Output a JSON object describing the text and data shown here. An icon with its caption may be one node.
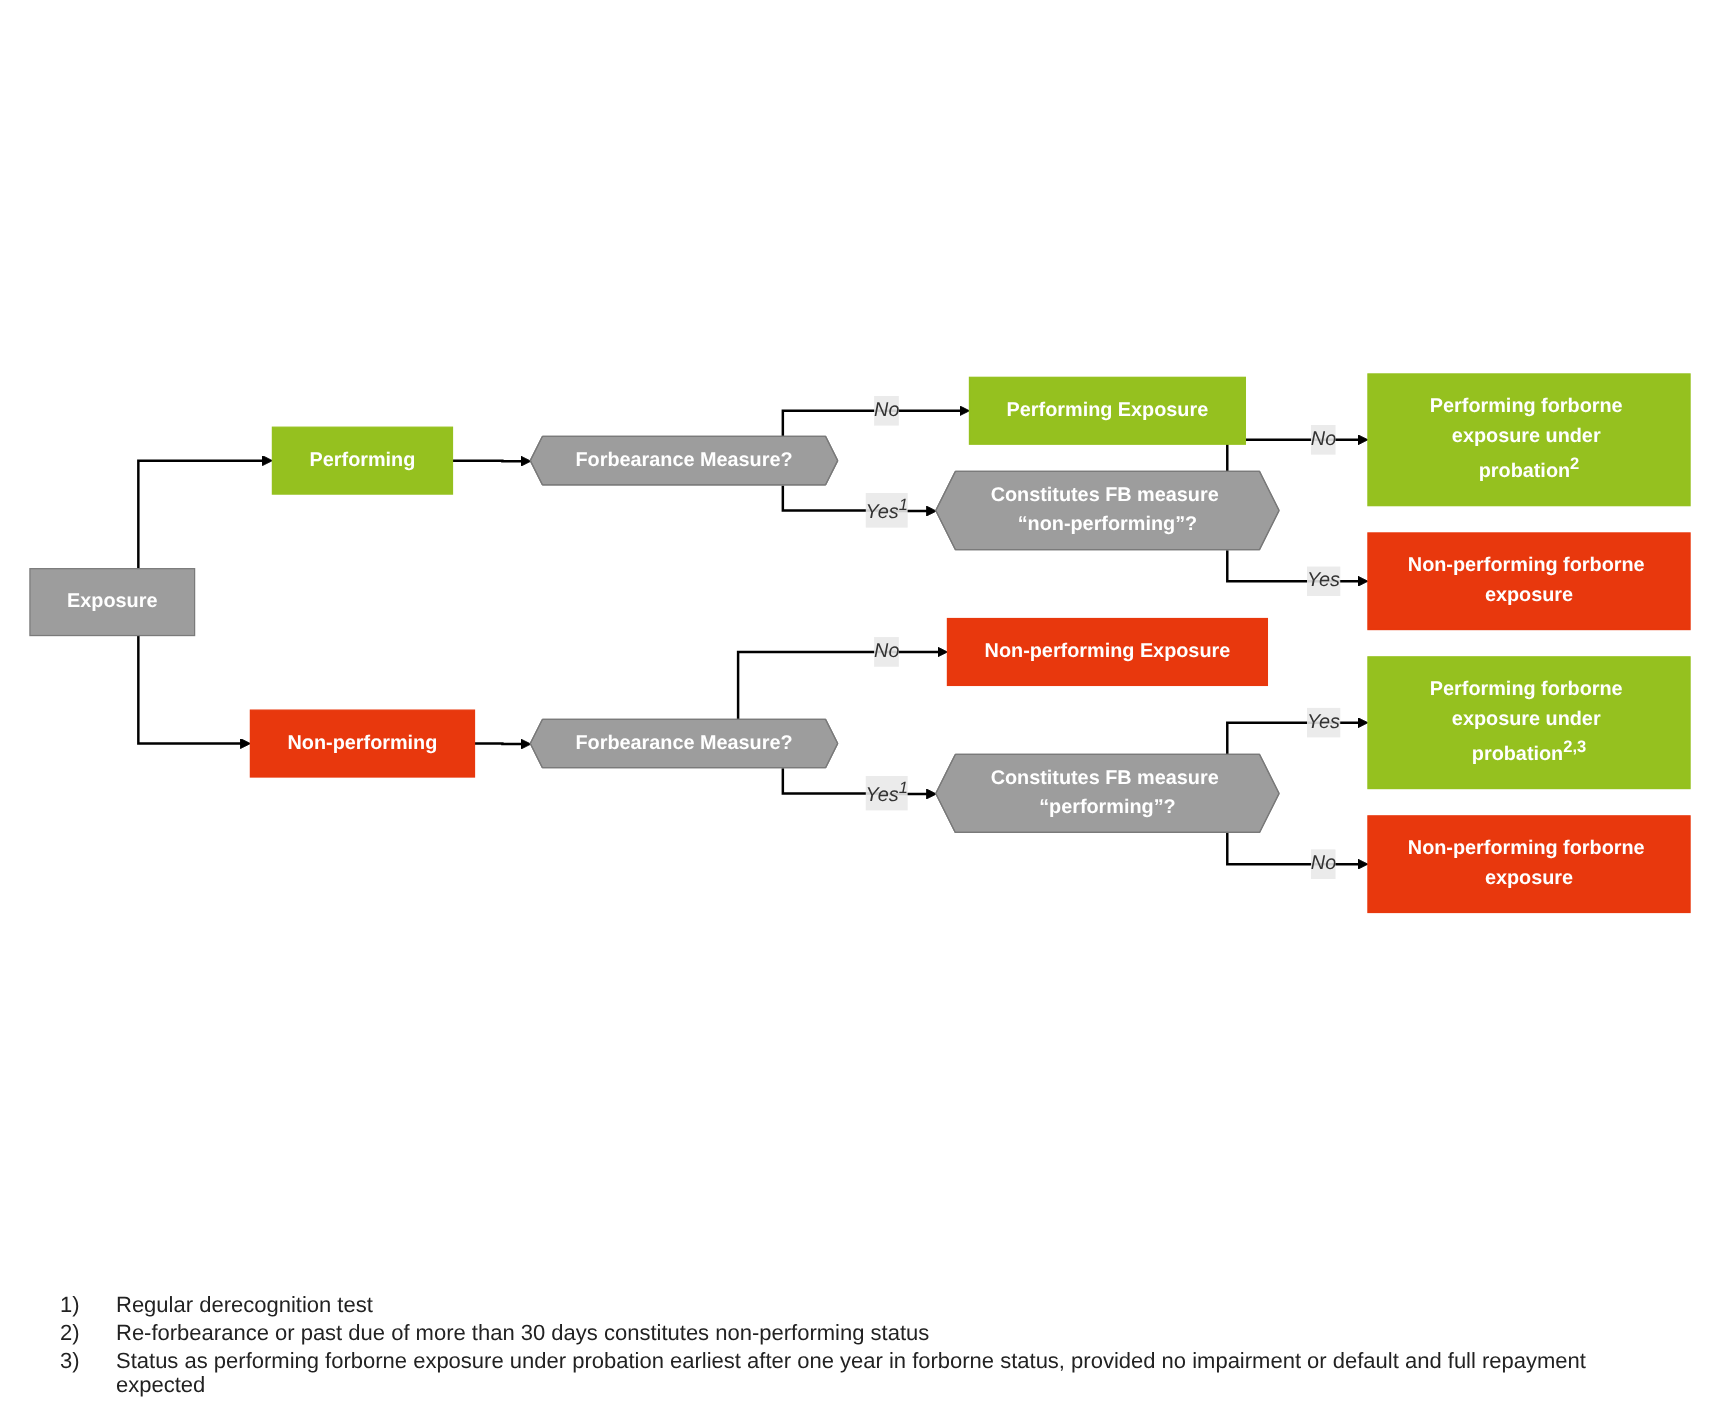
{
  "diagram": {
    "nodes": [
      {
        "text": [
          "Exposure"
        ]
      },
      {
        "text": [
          "Performing"
        ]
      },
      {
        "text": [
          "Forbearance Measure?"
        ]
      },
      {
        "text": [
          "Performing Exposure"
        ]
      },
      {
        "text": [
          "Constitutes FB measure “non-performing”?"
        ]
      },
      {
        "text": [
          "Performing forborne exposure under probation$^{2}$"
        ]
      },
      {
        "text": [
          "Non-performing forborne exposure"
        ]
      },
      {
        "text": [
          "Non-performing"
        ]
      },
      {
        "text": [
          "Forbearance Measure?"
        ]
      },
      {
        "text": [
          "Non-performing Exposure"
        ]
      },
      {
        "text": [
          "Constitutes FB measure “performing”?"
        ]
      },
      {
        "text": [
          "Performing forborne exposure under probation$^{2,3}$"
        ]
      },
      {
        "text": [
          "Non-performing forborne exposure"
        ]
      }
    ],
    "edges": [
      {
        "from": 0,
        "to": 1,
        "arrow": "to"
      },
      {
        "from": 1,
        "to": 2,
        "arrow": "to"
      },
      {
        "from": 2,
        "to": 3,
        "arrow": "to",
        "label": "No"
      },
      {
        "from": 2,
        "to": 4,
        "arrow": "to",
        "label": "Yes$^{1}$"
      },
      {
        "from": 4,
        "to": 5,
        "arrow": "to",
        "label": "No"
      },
      {
        "from": 4,
        "to": 6,
        "arrow": "to",
        "label": "Yes"
      },
      {
        "from": 0,
        "to": 7,
        "arrow": "to"
      },
      {
        "from": 7,
        "to": 8,
        "arrow": "to"
      },
      {
        "from": 8,
        "to": 9,
        "arrow": "to",
        "label": "No"
      },
      {
        "from": 8,
        "to": 10,
        "arrow": "to",
        "label": "Yes$^{1}$"
      },
      {
        "from": 10,
        "to": 11,
        "arrow": "to",
        "label": "Yes"
      },
      {
        "from": 10,
        "to": 12,
        "arrow": "to",
        "label": "No"
      }
    ],
    "labels": [
      "1)",
      "Regular derecognition test",
      "2)",
      "Re-forbearance or past due of more than 30 days constitutes non-performing status",
      "3)",
      "Status as performing forborne exposure under probation earliest after one year in forborne status, provided no impairment or default and full repayment expected"
    ]
  }
}
